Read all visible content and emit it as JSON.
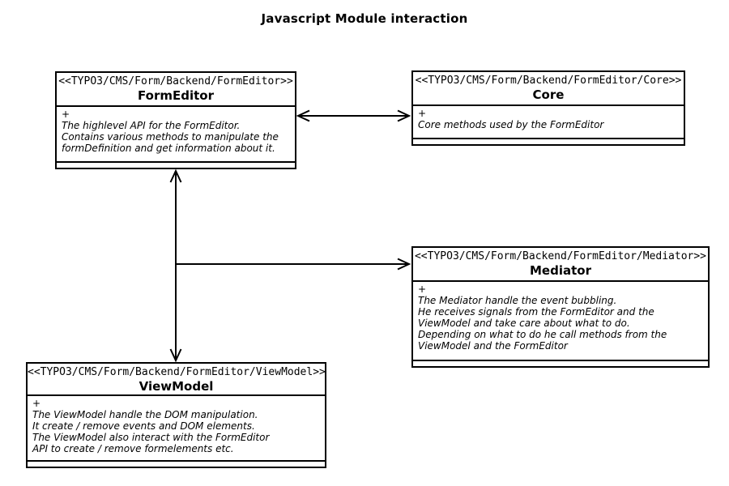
{
  "title": "Javascript Module interaction",
  "colors": {
    "line": "#000000",
    "background": "#ffffff",
    "text": "#000000"
  },
  "modules": [
    {
      "id": "formeditor",
      "stereotype": "<<TYPO3/CMS/Form/Backend/FormEditor>>",
      "name": "FormEditor",
      "visibility": "+",
      "description": [
        "The highlevel API for the FormEditor.",
        "Contains various methods to manipulate the",
        "formDefinition and get information about it."
      ]
    },
    {
      "id": "core",
      "stereotype": "<<TYPO3/CMS/Form/Backend/FormEditor/Core>>",
      "name": "Core",
      "visibility": "+",
      "description": [
        "Core methods used by the FormEditor"
      ]
    },
    {
      "id": "mediator",
      "stereotype": "<<TYPO3/CMS/Form/Backend/FormEditor/Mediator>>",
      "name": "Mediator",
      "visibility": "+",
      "description": [
        "The Mediator handle the event bubbling.",
        "He receives signals from the FormEditor and the",
        "ViewModel and take care about what to do.",
        "Depending on what to do he call methods from the",
        "ViewModel and the FormEditor"
      ]
    },
    {
      "id": "viewmodel",
      "stereotype": "<<TYPO3/CMS/Form/Backend/FormEditor/ViewModel>>",
      "name": "ViewModel",
      "visibility": "+",
      "description": [
        "The ViewModel handle the DOM manipulation.",
        "It create / remove events and DOM elements.",
        "The ViewModel also interact with the FormEditor",
        "API to create / remove formelements etc."
      ]
    }
  ],
  "relations": [
    {
      "from": "FormEditor",
      "to": "Core",
      "type": "bidirectional"
    },
    {
      "from": "FormEditor",
      "to": "ViewModel",
      "type": "bidirectional"
    },
    {
      "from": "FormEditor-ViewModel link",
      "to": "Mediator",
      "type": "unidirectional"
    }
  ]
}
